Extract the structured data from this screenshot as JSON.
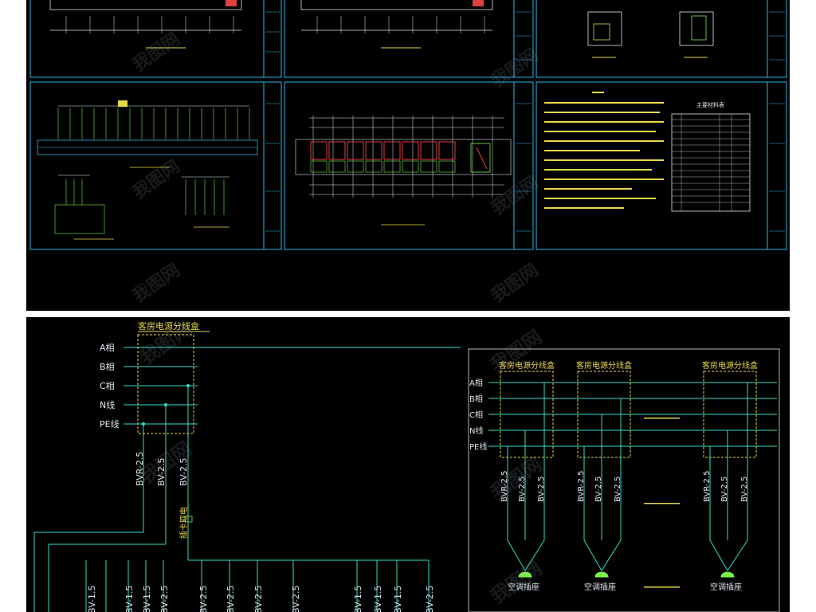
{
  "top_sheets": {
    "room_table_caption": "主要材料表"
  },
  "left_diagram": {
    "box_label": "客房电源分线盒",
    "phases": [
      "A相",
      "B相",
      "C相",
      "N线",
      "PE线"
    ],
    "feeders": [
      "BVR-2.5",
      "BV-2.5",
      "BV-2.5"
    ],
    "socket_label": "插卡取电",
    "branches": [
      "BV-1.5",
      "BV-1.5",
      "BV-1.5",
      "BV-2.5",
      "BV-2.5",
      "BV-2.5",
      "BV-2.5",
      "BV-2.5",
      "BV-1.5",
      "BV-1.5",
      "BV-1.5",
      "BV-2.5"
    ]
  },
  "right_diagram": {
    "phases": [
      "A相",
      "B相",
      "C相",
      "N线",
      "PE线"
    ],
    "boxes": [
      {
        "label": "客房电源分线盒",
        "feeders": [
          "BVR-2.5",
          "BV-2.5",
          "BV-2.5"
        ],
        "outlet": "空调插座"
      },
      {
        "label": "客房电源分线盒",
        "feeders": [
          "BVR-2.5",
          "BV-2.5",
          "BV-2.5"
        ],
        "outlet": "空调插座"
      },
      {
        "label": "客房电源分线盒",
        "feeders": [
          "BVR-2.5",
          "BV-2.5",
          "BV-2.5"
        ],
        "outlet": "空调插座"
      }
    ]
  }
}
